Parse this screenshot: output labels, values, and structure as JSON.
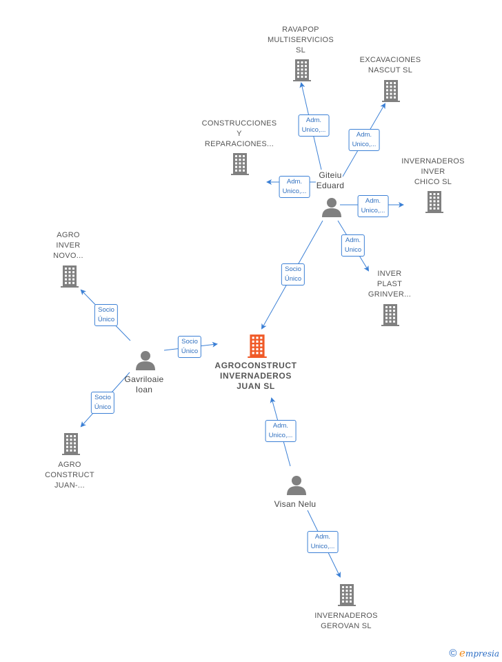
{
  "companies": [
    {
      "id": "ravapop",
      "label": "RAVAPOP\nMULTISERVICIOS\nSL"
    },
    {
      "id": "excavaciones",
      "label": "EXCAVACIONES\nNASCUT  SL"
    },
    {
      "id": "construcciones",
      "label": "CONSTRUCCIONES\nY\nREPARACIONES..."
    },
    {
      "id": "invernaderos_inver",
      "label": "INVERNADEROS\nINVER\nCHICO  SL"
    },
    {
      "id": "inver_plast",
      "label": "INVER\nPLAST\nGRINVER..."
    },
    {
      "id": "agro_inver",
      "label": "AGRO\nINVER\nNOVO..."
    },
    {
      "id": "agroconstruct",
      "label": "AGROCONSTRUCT\nINVERNADEROS\nJUAN  SL",
      "main": true
    },
    {
      "id": "agro_construct",
      "label": "AGRO\nCONSTRUCT\nJUAN-..."
    },
    {
      "id": "gerovan",
      "label": "INVERNADEROS\nGEROVAN  SL"
    }
  ],
  "persons": [
    {
      "id": "giteiu",
      "label": "Giteiu\nEduard"
    },
    {
      "id": "gavriloaie",
      "label": "Gavriloaie\nIoan"
    },
    {
      "id": "visan",
      "label": "Visan Nelu"
    }
  ],
  "edges": [
    {
      "from": "giteiu",
      "to": "ravapop",
      "label": "Adm.\nUnico,..."
    },
    {
      "from": "giteiu",
      "to": "excavaciones",
      "label": "Adm.\nUnico,..."
    },
    {
      "from": "giteiu",
      "to": "construcciones",
      "label": "Adm.\nUnico,..."
    },
    {
      "from": "giteiu",
      "to": "invernaderos_inver",
      "label": "Adm.\nUnico,..."
    },
    {
      "from": "giteiu",
      "to": "inver_plast",
      "label": "Adm.\nUnico"
    },
    {
      "from": "giteiu",
      "to": "agroconstruct",
      "label": "Socio\nÚnico"
    },
    {
      "from": "gavriloaie",
      "to": "agro_inver",
      "label": "Socio\nÚnico"
    },
    {
      "from": "gavriloaie",
      "to": "agroconstruct",
      "label": "Socio\nÚnico"
    },
    {
      "from": "gavriloaie",
      "to": "agro_construct",
      "label": "Socio\nÚnico"
    },
    {
      "from": "visan",
      "to": "agroconstruct",
      "label": "Adm.\nUnico,..."
    },
    {
      "from": "visan",
      "to": "gerovan",
      "label": "Adm.\nUnico,..."
    }
  ],
  "colors": {
    "edge": "#3a7fd5",
    "building": "#808080",
    "main_building": "#f05a28",
    "person": "#808080"
  },
  "footer": {
    "copyright": "©",
    "brand_e": "e",
    "brand_rest": "mpresia"
  }
}
